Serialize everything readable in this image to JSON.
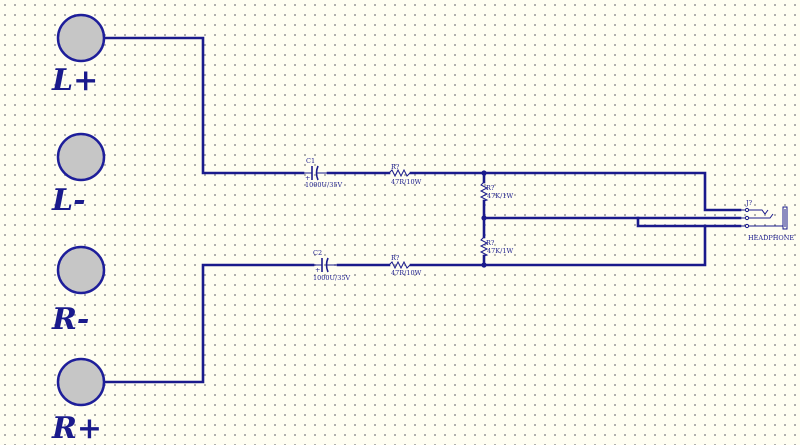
{
  "terminals": [
    {
      "label": "L+"
    },
    {
      "label": "L-"
    },
    {
      "label": "R-"
    },
    {
      "label": "R+"
    }
  ],
  "components": {
    "c1": {
      "ref": "C1",
      "value": "1000U/35V"
    },
    "c2": {
      "ref": "C2",
      "value": "1000U/35V"
    },
    "r_top": {
      "ref": "R?",
      "value": "47R/10W"
    },
    "r_bottom": {
      "ref": "R?",
      "value": "47R/10W"
    },
    "r_shunt_top": {
      "ref": "R?",
      "value": "47K/1W"
    },
    "r_shunt_bottom": {
      "ref": "R?",
      "value": "47K/1W"
    },
    "jack": {
      "ref": "J?",
      "value": "HEADPHONE"
    }
  },
  "colors": {
    "wire": "#1a1a8c",
    "pad_fill": "#c6c6c6",
    "background": "#fffef2",
    "grid_dot": "#9a9a9a"
  }
}
